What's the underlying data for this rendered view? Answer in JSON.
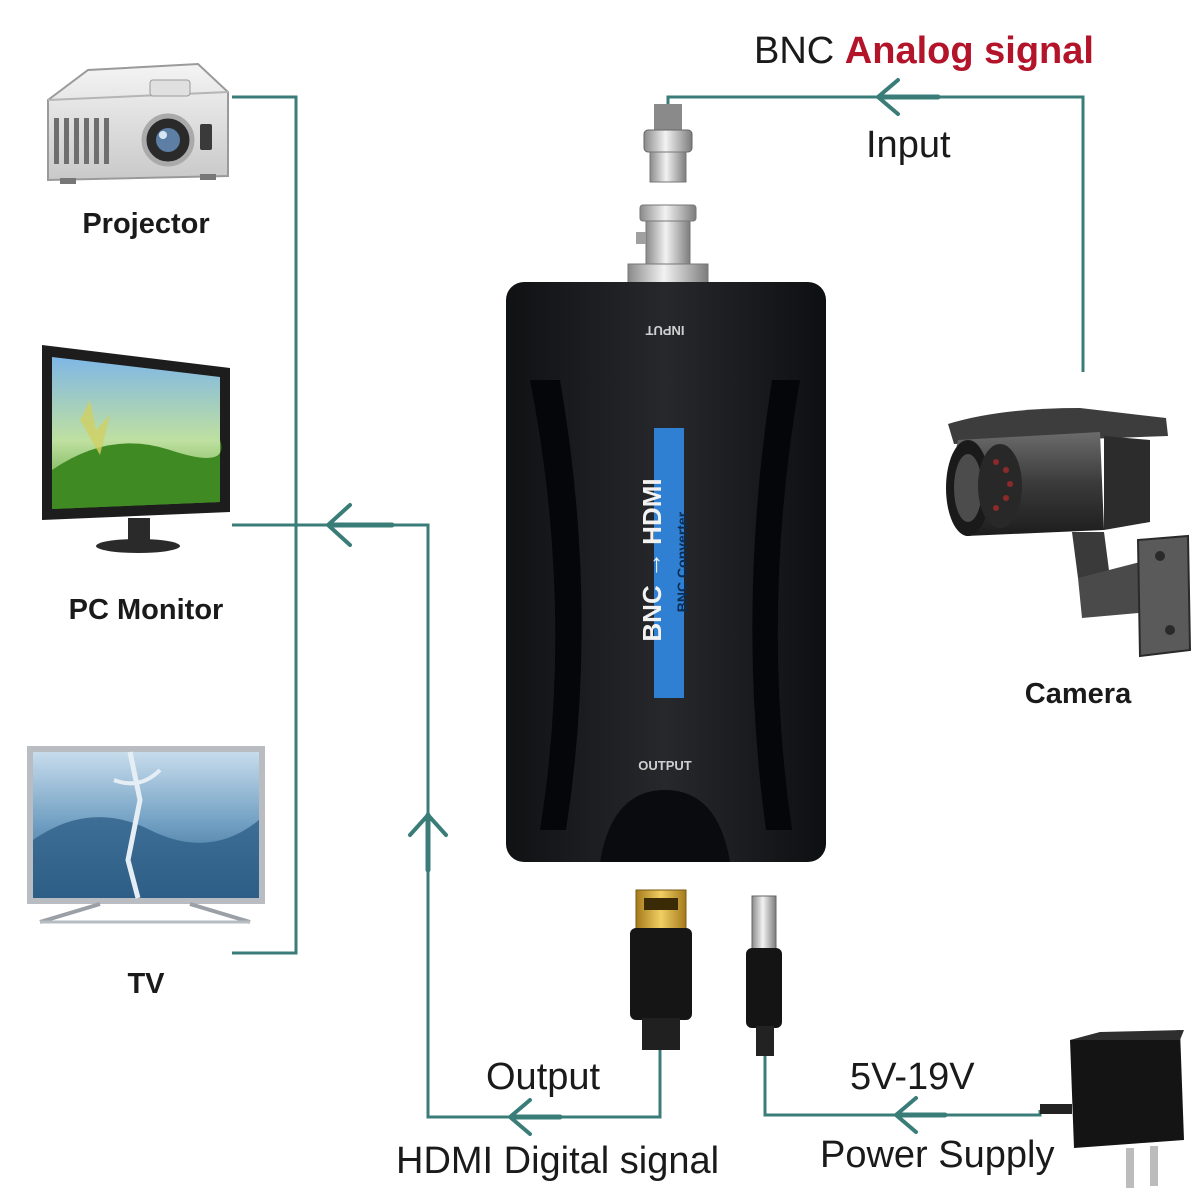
{
  "title": {
    "prefix": "BNC",
    "accent": "Analog signal",
    "accent_color": "#b3142a"
  },
  "labels": {
    "input": "Input",
    "output": "Output",
    "hdmi_signal": "HDMI Digital signal",
    "voltage": "5V-19V",
    "power_supply": "Power Supply"
  },
  "devices": {
    "projector": "Projector",
    "pc_monitor": "PC Monitor",
    "tv": "TV",
    "camera": "Camera"
  },
  "converter": {
    "input_port_label": "INPUT",
    "output_port_label": "OUTPUT",
    "brand_title": "BNC → HDMI",
    "brand_subtitle": "BNC Converter",
    "body_color": "#1c1d20",
    "stripe_color": "#2f7fd2"
  },
  "colors": {
    "line": "#3a7c78",
    "text": "#1a1a1a"
  }
}
